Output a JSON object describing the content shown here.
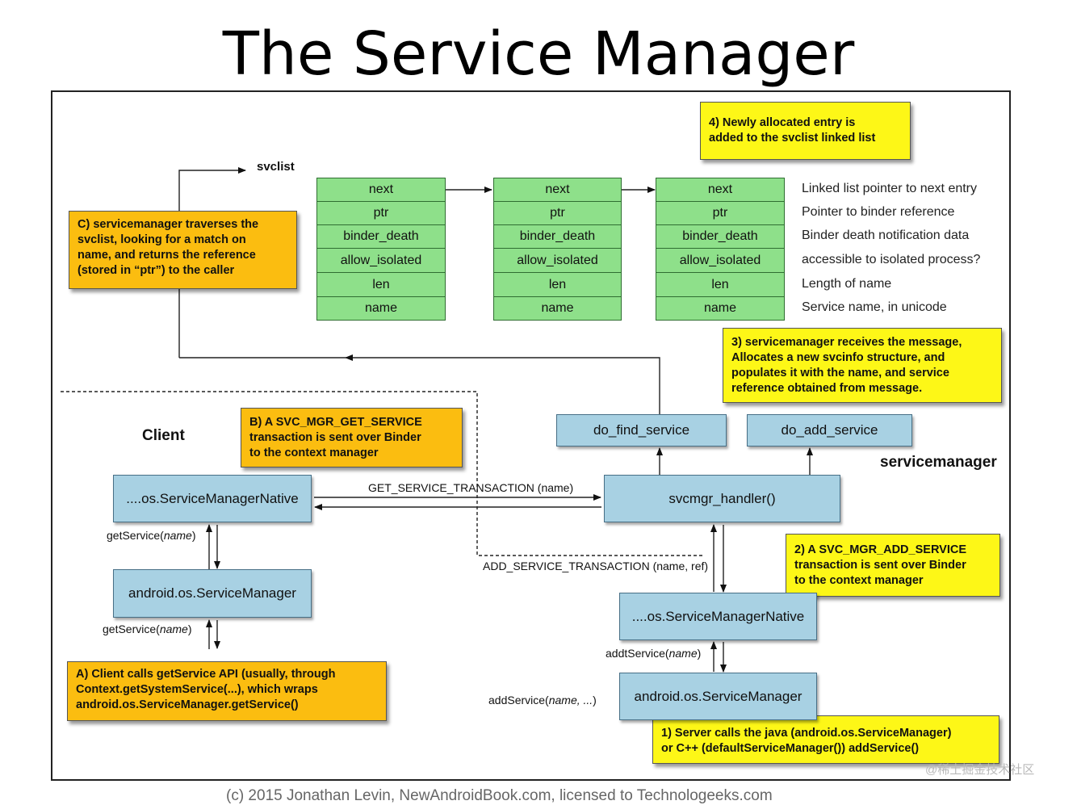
{
  "title": "The Service Manager",
  "svclist_label": "svclist",
  "entries": [
    {
      "fields": [
        "next",
        "ptr",
        "binder_death",
        "allow_isolated",
        "len",
        "name"
      ]
    },
    {
      "fields": [
        "next",
        "ptr",
        "binder_death",
        "allow_isolated",
        "len",
        "name"
      ]
    },
    {
      "fields": [
        "next",
        "ptr",
        "binder_death",
        "allow_isolated",
        "len",
        "name"
      ]
    }
  ],
  "field_descriptions": [
    "Linked list pointer to next entry",
    "Pointer to binder reference",
    "Binder death notification data",
    "accessible to isolated process?",
    "Length of name",
    "Service name, in unicode"
  ],
  "notes": {
    "step4": [
      "4) Newly allocated entry is",
      "added to the svclist linked list"
    ],
    "stepC": [
      "C) servicemanager traverses the",
      "svclist, looking for a match on",
      "name, and returns the reference",
      "(stored in “ptr”) to the caller"
    ],
    "step3": [
      "3) servicemanager receives the message,",
      "Allocates a new svcinfo structure, and",
      "populates it with the name, and service",
      "reference obtained from message."
    ],
    "stepB": [
      "B) A SVC_MGR_GET_SERVICE",
      "transaction is sent over Binder",
      "to the context manager"
    ],
    "step2": [
      "2) A SVC_MGR_ADD_SERVICE",
      "transaction is sent over Binder",
      "to the context manager"
    ],
    "stepA": [
      "A)  Client calls getService API (usually, through",
      "Context.getSystemService(...), which wraps",
      "android.os.ServiceManager.getService()"
    ],
    "step1": [
      "1) Server calls the java (android.os.ServiceManager)",
      "or C++ (defaultServiceManager()) addService()"
    ]
  },
  "boxes": {
    "do_find": "do_find_service",
    "do_add": "do_add_service",
    "client_native": "....os.ServiceManagerNative",
    "client_manager": "android.os.ServiceManager",
    "svcmgr_handler": "svcmgr_handler()",
    "server_native": "....os.ServiceManagerNative",
    "server_manager": "android.os.ServiceManager"
  },
  "sections": {
    "client": "Client",
    "servicemanager": "servicemanager"
  },
  "labels": {
    "get_tx": "GET_SERVICE_TRANSACTION (name)",
    "add_tx": "ADD_SERVICE_TRANSACTION (name, ref)",
    "get1_a": "getService(",
    "get1_b": "name",
    "get1_c": ")",
    "get2_a": "getService(",
    "get2_b": "name",
    "get2_c": ")",
    "addt_a": "addtService(",
    "addt_b": "name",
    "addt_c": ")",
    "add_a": "addService(",
    "add_b": "name, ...",
    "add_c": ")"
  },
  "watermark": "@稀土掘金技术社区",
  "footer": "(c) 2015 Jonathan Levin, NewAndroidBook.com, licensed to Technologeeks.com",
  "colors": {
    "green": "#8ee08a",
    "blue": "#a8d1e3",
    "orange": "#fbbd10",
    "yellow": "#fdf717"
  }
}
